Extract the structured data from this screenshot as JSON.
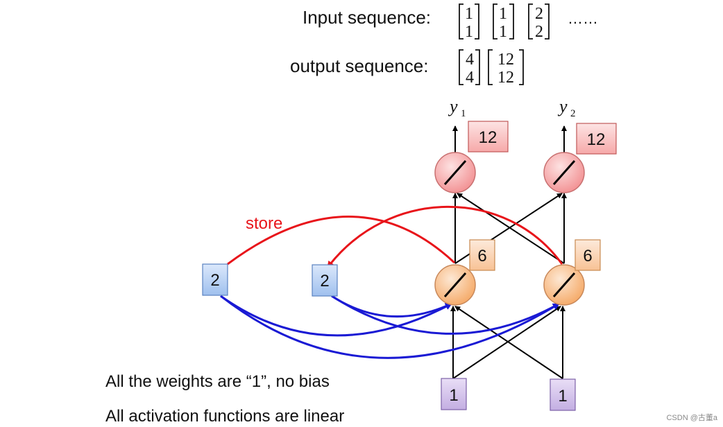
{
  "sequences": {
    "input_label": "Input sequence:",
    "input_vectors": [
      {
        "top": "1",
        "bottom": "1"
      },
      {
        "top": "1",
        "bottom": "1"
      },
      {
        "top": "2",
        "bottom": "2"
      }
    ],
    "input_ellipsis": "…… ",
    "output_label": "output sequence:",
    "output_vectors": [
      {
        "top": "4",
        "bottom": "4"
      },
      {
        "top": "12",
        "bottom": "12"
      }
    ]
  },
  "network": {
    "outputs": [
      {
        "var": "y",
        "sub": "1",
        "value": "12"
      },
      {
        "var": "y",
        "sub": "2",
        "value": "12"
      }
    ],
    "hidden_values": [
      "6",
      "6"
    ],
    "inputs": [
      "1",
      "1"
    ],
    "memory": [
      "2",
      "2"
    ],
    "store_label": "store"
  },
  "notes": {
    "weights": "All the weights are “1”, no bias",
    "activation": "All activation functions are linear"
  },
  "watermark": "CSDN @古董a",
  "colors": {
    "output_node": "#f7a7a8",
    "hidden_node": "#f9c294",
    "output_box": "#fbcaca",
    "hidden_box": "#fcdcc0",
    "input_box": "#d8c8ec",
    "memory_box": "#bdd4f4",
    "store_arrow": "#e8141a",
    "memory_arrow": "#1a1ad4"
  }
}
